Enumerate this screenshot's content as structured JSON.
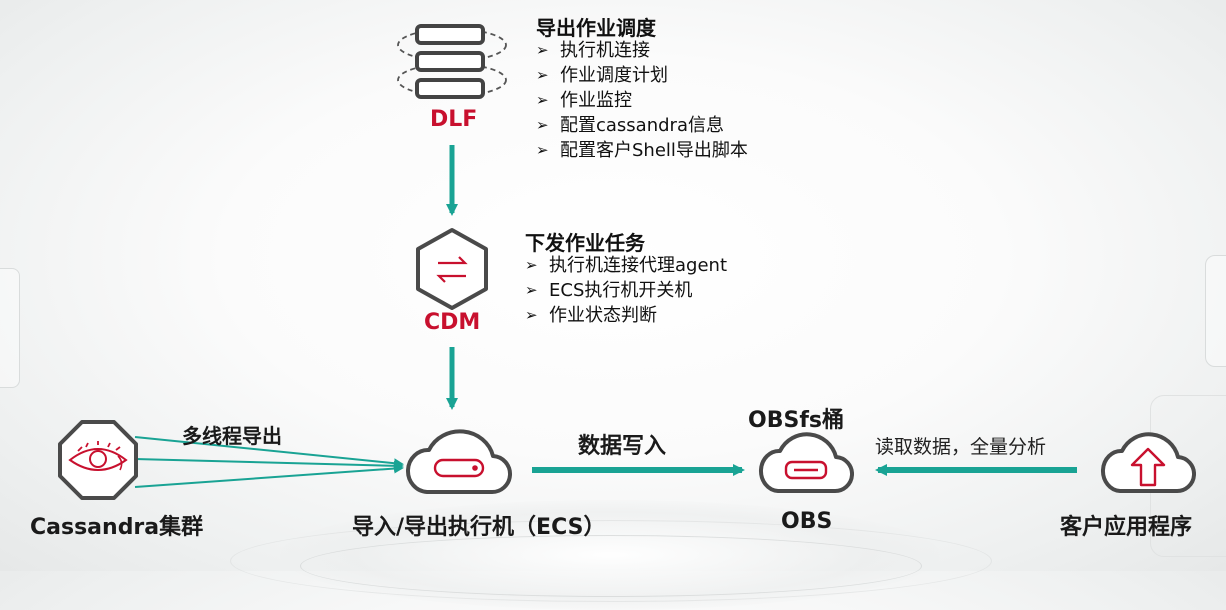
{
  "dlf": {
    "label": "DLF",
    "title": "导出作业调度",
    "items": [
      "执行机连接",
      "作业调度计划",
      "作业监控",
      "配置cassandra信息",
      "配置客户Shell导出脚本"
    ]
  },
  "cdm": {
    "label": "CDM",
    "title": "下发作业任务",
    "items": [
      "执行机连接代理agent",
      "ECS执行机开关机",
      "作业状态判断"
    ]
  },
  "cassandra": {
    "label": "Cassandra集群",
    "edge_label": "多线程导出"
  },
  "ecs": {
    "label": "导入/导出执行机（ECS）",
    "edge_label": "数据写入"
  },
  "obs": {
    "label": "OBS",
    "top_label": "OBSfs桶"
  },
  "client": {
    "label": "客户应用程序",
    "edge_label": "读取数据，全量分析"
  },
  "colors": {
    "accent": "#19a394",
    "brand_red": "#c8102e",
    "icon_gray": "#4a4a4a",
    "text": "#111111"
  },
  "icons": {
    "dlf": "server-stack-icon",
    "cdm": "exchange-hexagon-icon",
    "cassandra": "eye-octagon-icon",
    "ecs": "cloud-server-icon",
    "obs": "cloud-storage-icon",
    "client": "cloud-upload-icon"
  }
}
